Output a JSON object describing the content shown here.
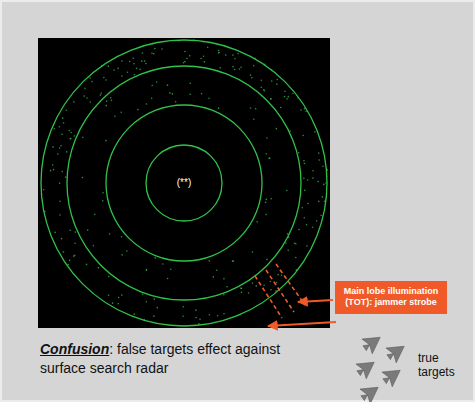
{
  "diagram": {
    "nodes": [
      {
        "text": [
          "(**)"
        ]
      },
      {
        "text": [
          "Main lobe illumination (TOT): jammer strobe"
        ]
      }
    ],
    "labels": [
      "Confusion",
      ": false targets effect against surface search radar",
      "true targets"
    ]
  }
}
